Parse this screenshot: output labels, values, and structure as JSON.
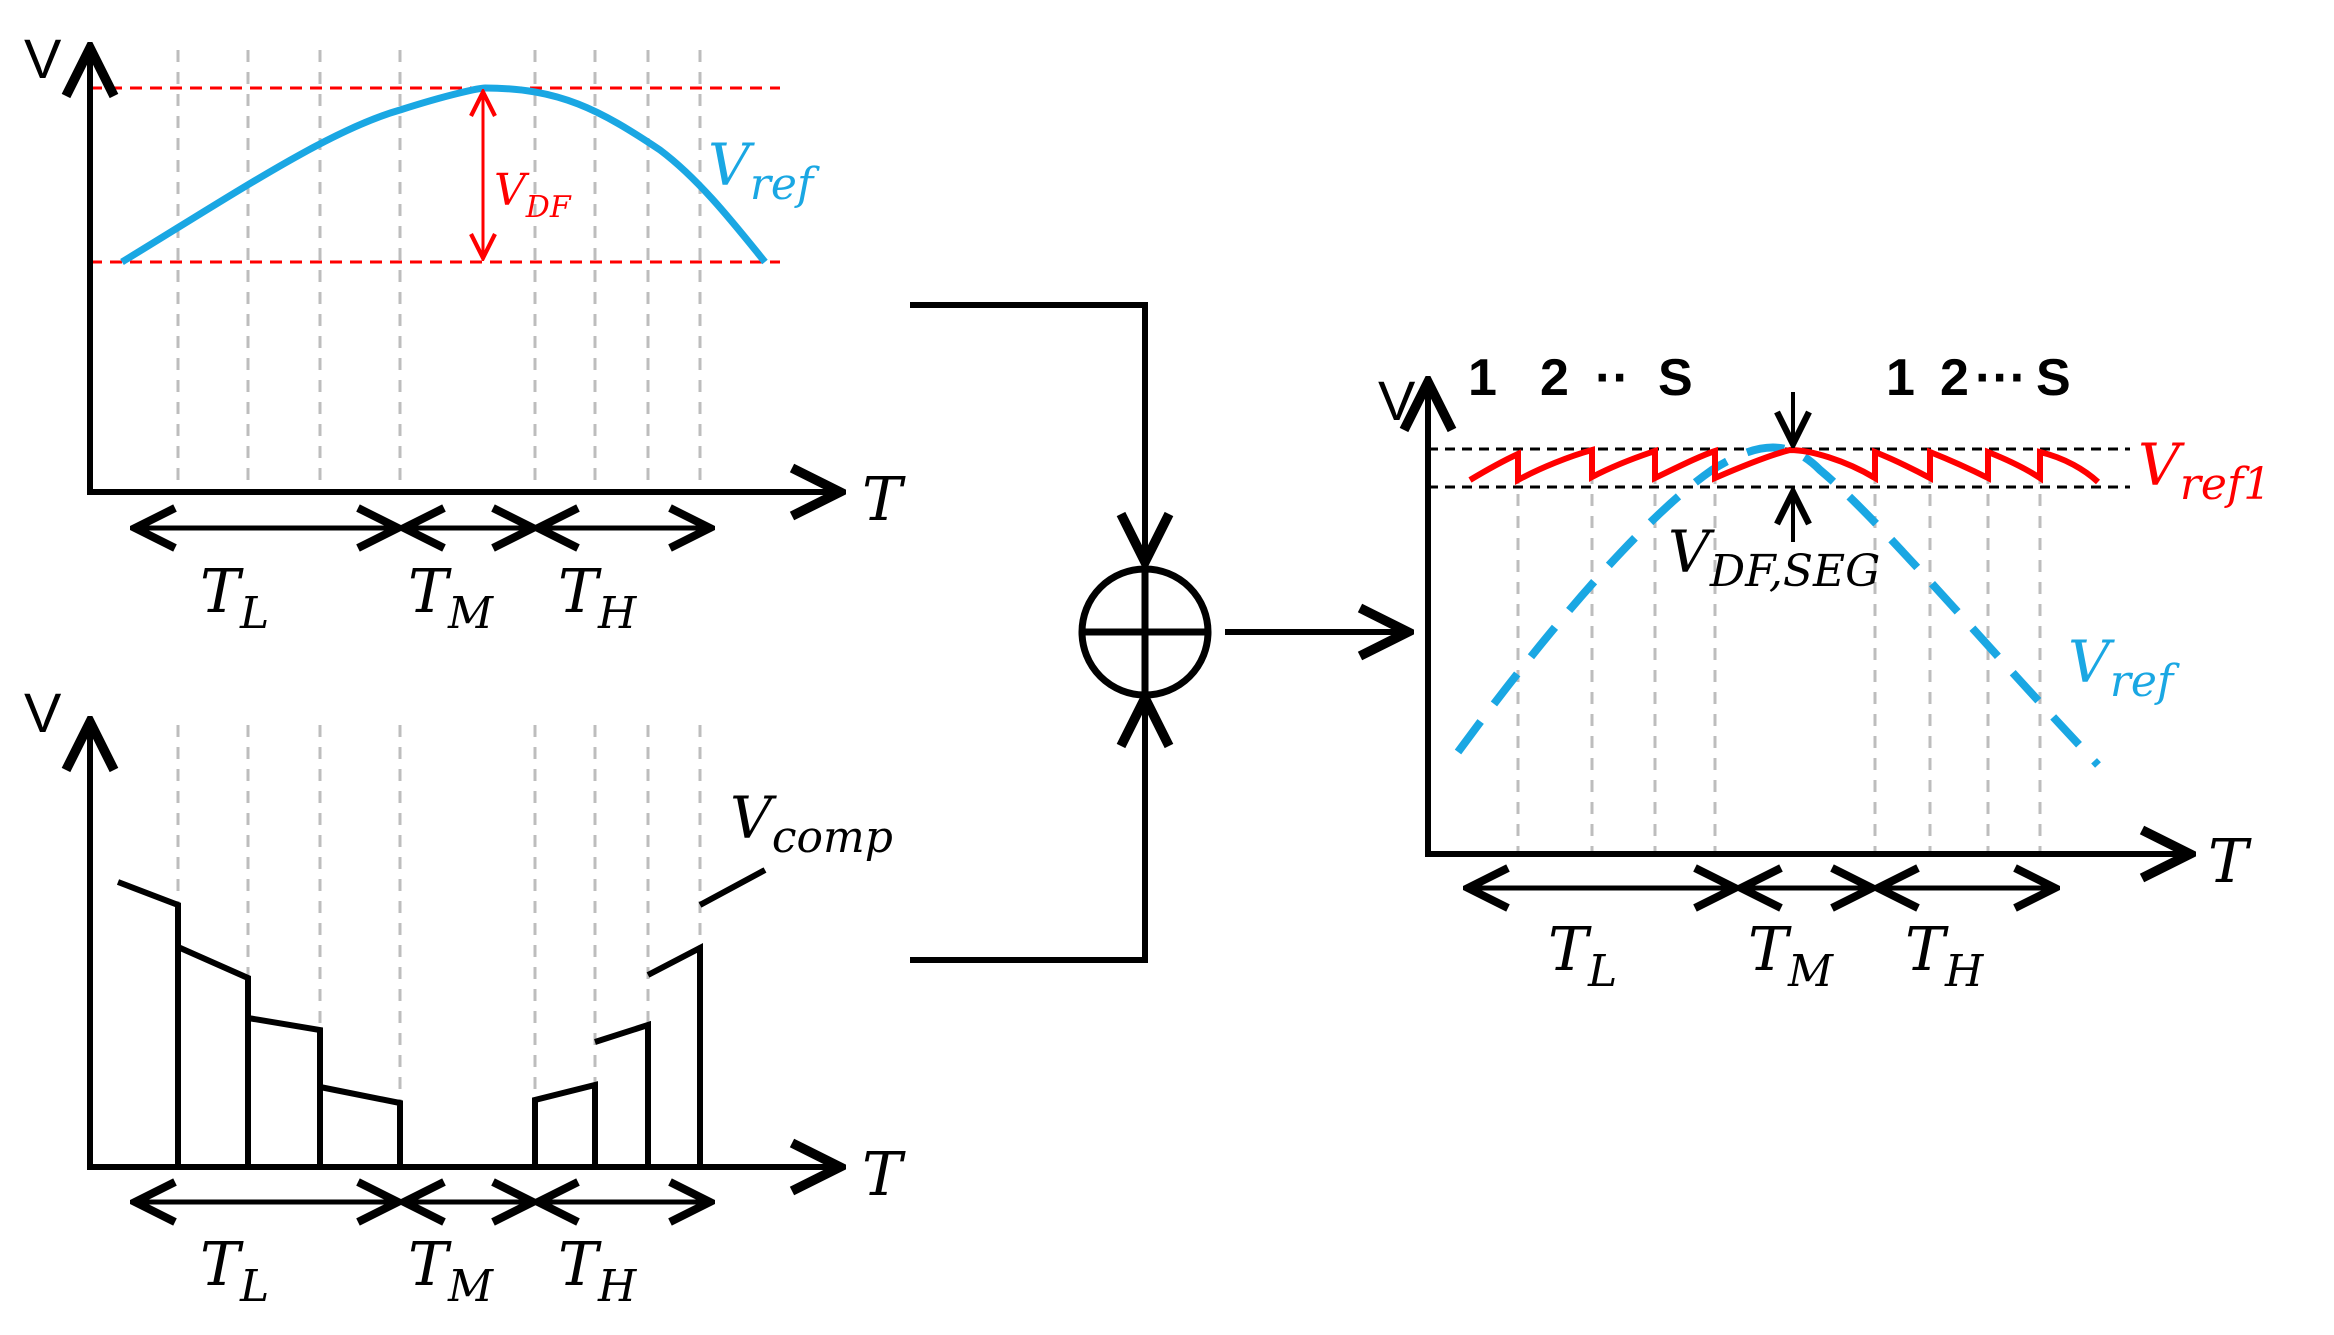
{
  "colors": {
    "curve_blue": "#1aa7e3",
    "red": "#ff0000",
    "black": "#000000",
    "grid": "#bdbdbd"
  },
  "panels": {
    "top_left": {
      "y_label": "V",
      "x_label": "T",
      "curve_label": {
        "main": "V",
        "sub": "ref"
      },
      "df_label": {
        "main": "V",
        "sub": "DF"
      },
      "ranges": [
        {
          "main": "T",
          "sub": "L"
        },
        {
          "main": "T",
          "sub": "M"
        },
        {
          "main": "T",
          "sub": "H"
        }
      ]
    },
    "bottom_left": {
      "y_label": "V",
      "x_label": "T",
      "curve_label": {
        "main": "V",
        "sub": "comp"
      },
      "ranges": [
        {
          "main": "T",
          "sub": "L"
        },
        {
          "main": "T",
          "sub": "M"
        },
        {
          "main": "T",
          "sub": "H"
        }
      ]
    },
    "right": {
      "y_label": "V",
      "x_label": "T",
      "seg_left": {
        "one": "1",
        "two": "2",
        "dots": "··",
        "s": "S"
      },
      "seg_right": {
        "one": "1",
        "two": "2",
        "dots": "···",
        "s": "S"
      },
      "ref1_label": {
        "main": "V",
        "sub": "ref1"
      },
      "ref_label": {
        "main": "V",
        "sub": "ref"
      },
      "df_seg_label": {
        "main": "V",
        "sub": "DF,SEG"
      },
      "ranges": [
        {
          "main": "T",
          "sub": "L"
        },
        {
          "main": "T",
          "sub": "M"
        },
        {
          "main": "T",
          "sub": "H"
        }
      ]
    }
  }
}
